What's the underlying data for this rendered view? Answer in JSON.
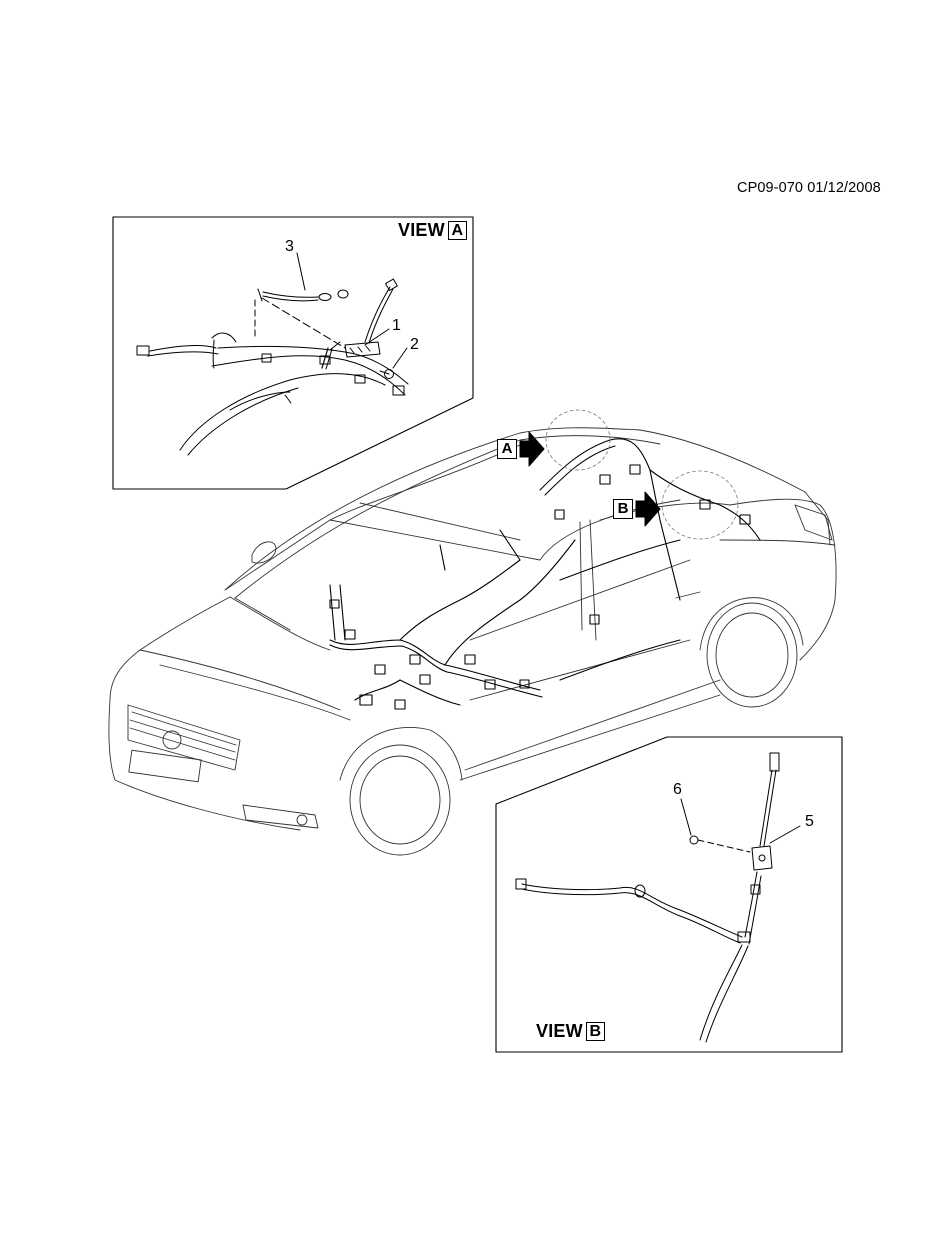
{
  "reference": "CP09-070 01/12/2008",
  "view_a": {
    "word": "VIEW",
    "letter": "A",
    "callouts": [
      "3",
      "1",
      "2"
    ]
  },
  "view_b": {
    "word": "VIEW",
    "letter": "B",
    "callouts": [
      "6",
      "5"
    ]
  },
  "car_flags": [
    "A",
    "B"
  ]
}
